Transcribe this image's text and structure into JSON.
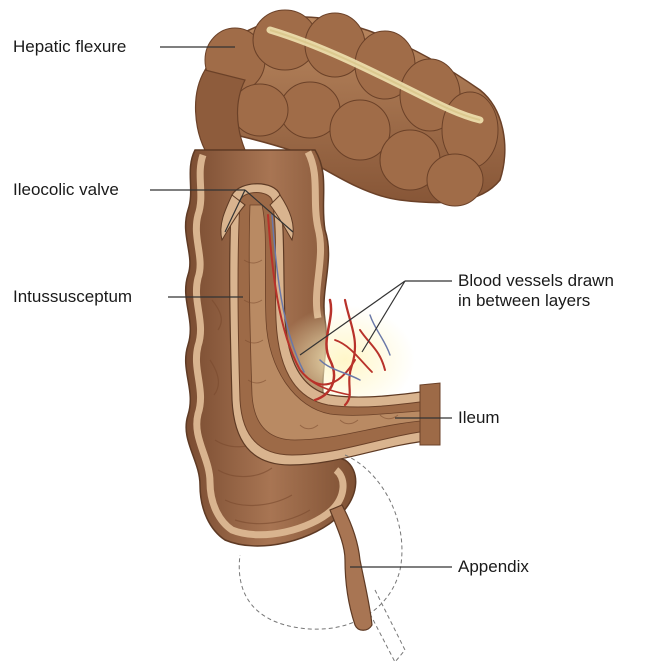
{
  "labels": {
    "hepatic_flexure": "Hepatic flexure",
    "ileocolic_valve": "Ileocolic valve",
    "intussusceptum": "Intussusceptum",
    "blood_vessels_line1": "Blood vessels drawn",
    "blood_vessels_line2": "in between layers",
    "ileum": "Ileum",
    "appendix": "Appendix"
  },
  "colors": {
    "colon_outer": "#8a5a3c",
    "colon_mid": "#a3714d",
    "colon_light": "#c2926a",
    "colon_wall": "#d9b48f",
    "colon_dark": "#5e3a24",
    "fat_stripe": "#efe3b0",
    "artery": "#b8322a",
    "vein": "#6a78a8",
    "glow": "#fff2b8",
    "leader": "#333333"
  }
}
